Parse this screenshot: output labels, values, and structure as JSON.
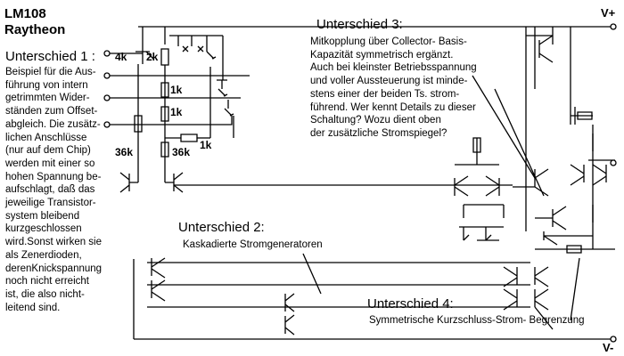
{
  "title": {
    "line1": "LM108",
    "line2": "Raytheon"
  },
  "notes": {
    "u1": {
      "heading": "Unterschied 1 :",
      "lines": [
        "Beispiel für die Aus-",
        "führung von intern",
        "getrimmten Wider-",
        "ständen zum Offset-",
        "abgleich. Die zusätz-",
        "lichen Anschlüsse",
        "(nur auf dem Chip)",
        "werden mit einer so",
        "hohen Spannung be-",
        "aufschlagt, daß das",
        "jeweilige Transistor-",
        "system bleibend",
        "kurzgeschlossen",
        "wird.Sonst wirken sie",
        "als Zenerdioden,",
        "derenKnickspannung",
        "noch nicht erreicht",
        "ist, die also nicht-",
        "leitend sind."
      ]
    },
    "u2": {
      "heading": "Unterschied 2:",
      "lines": [
        "Kaskadierte Stromgeneratoren"
      ]
    },
    "u3": {
      "heading": "Unterschied 3:",
      "lines": [
        "Mitkopplung über Collector- Basis-",
        "Kapazität symmetrisch ergänzt.",
        "Auch bei kleinster Betriebsspannung",
        "und voller Aussteuerung ist minde-",
        "stens einer der beiden Ts. strom-",
        "führend. Wer kennt Details zu dieser",
        "Schaltung? Wozu dient oben",
        "der zusätzliche Stromspiegel?"
      ]
    },
    "u4": {
      "heading": "Unterschied 4:",
      "lines": [
        "Symmetrische Kurzschluss-Strom- Begrenzung"
      ]
    }
  },
  "resistors": {
    "r4k": "4k",
    "r2k": "2k",
    "r1k_a": "1k",
    "r1k_b": "1k",
    "r1k_c": "1k",
    "r36k_a": "36k",
    "r36k_b": "36k"
  },
  "rails": {
    "vplus": "V+",
    "vminus": "V-"
  }
}
